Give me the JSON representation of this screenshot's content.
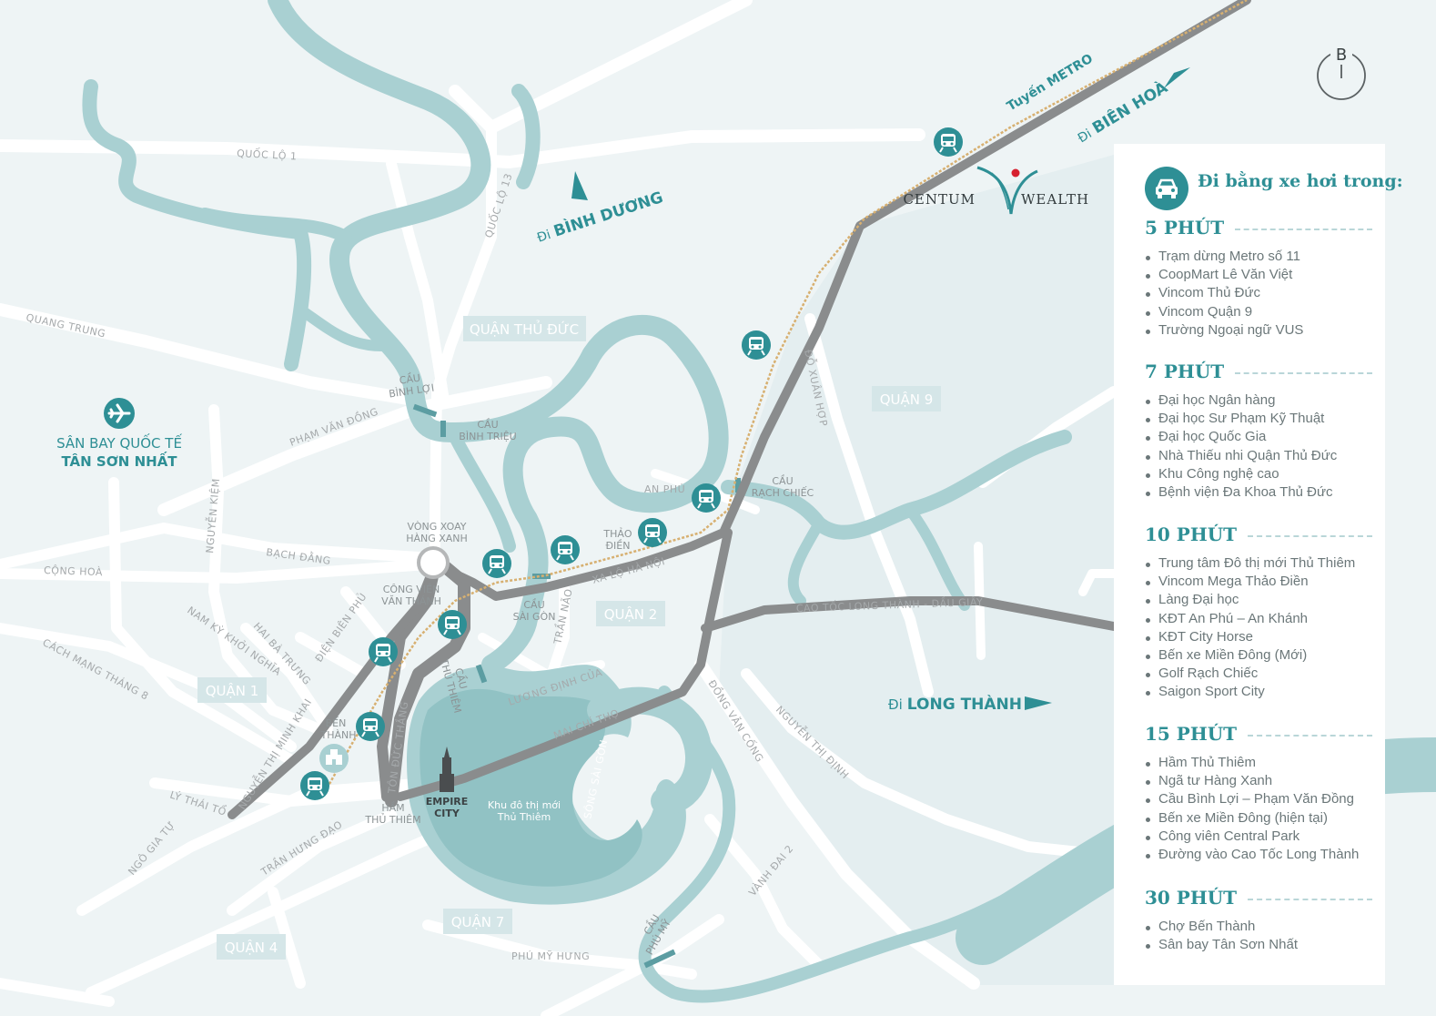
{
  "map": {
    "metro_line_label": "Tuyến METRO",
    "destinations": [
      {
        "prefix": "Đi",
        "name": "BIÊN HOÀ"
      },
      {
        "prefix": "Đi",
        "name": "BÌNH DƯƠNG"
      },
      {
        "prefix": "Đi",
        "name": "LONG THÀNH"
      }
    ],
    "airport": {
      "line1": "SÂN BAY QUỐC TẾ",
      "line2": "TÂN SƠN NHẤT",
      "icon": "airplane-icon"
    },
    "districts": [
      "QUẬN THỦ ĐỨC",
      "QUẬN 9",
      "QUẬN 2",
      "QUẬN 1",
      "QUẬN 7",
      "QUẬN 4"
    ],
    "streets": [
      "QUỐC LỘ 1",
      "QUỐC LỘ 13",
      "QUANG TRUNG",
      "PHẠM VĂN ĐỒNG",
      "BẠCH ĐẰNG",
      "CỘNG HOÀ",
      "NGUYỄN KIỆM",
      "XA LỘ HÀ NỘI",
      "CAO TỐC LONG THÀNH - DẦU GIÂY",
      "ĐỖ XUÂN HỢP",
      "NAM KỲ KHỞI NGHĨA",
      "HAI BÀ TRƯNG",
      "ĐIỆN BIÊN PHỦ",
      "CÁCH MẠNG THÁNG 8",
      "NGUYỄN THỊ MINH KHAI",
      "TÔN ĐỨC THẮNG",
      "LÝ THÁI TỔ",
      "TRẦN HƯNG ĐẠO",
      "NGÔ GIA TỰ",
      "TRẦN NÃO",
      "LƯƠNG ĐỊNH CỦA",
      "MAI CHÍ THỌ",
      "SÔNG SÀI GÒN",
      "ĐỒNG VĂN CỐNG",
      "NGUYỄN THỊ ĐỊNH",
      "VÀNH ĐAI 2",
      "PHÚ MỸ HƯNG",
      "AN PHÚ"
    ],
    "landmarks": {
      "cau_binh_loi": [
        "CẦU",
        "BÌNH LỢI"
      ],
      "cau_binh_trieu": [
        "CẦU",
        "BÌNH TRIỆU"
      ],
      "cau_rach_chiec": [
        "CẦU",
        "RẠCH CHIẾC"
      ],
      "thao_dien": [
        "THẢO",
        "ĐIỀN"
      ],
      "vong_xoay": [
        "VÒNG XOAY",
        "HÀNG XANH"
      ],
      "cong_vien": [
        "CÔNG VIÊN",
        "VĂN THÁNH"
      ],
      "cau_sai_gon": [
        "CẦU",
        "SÀI GÒN"
      ],
      "cau_thu_thiem": [
        "CẦU",
        "THỦ THIÊM"
      ],
      "ben_thanh": [
        "BẾN",
        "THÀNH"
      ],
      "ham_thu_thiem": [
        "HẦM",
        "THỦ THIÊM"
      ],
      "empire_city": [
        "EMPIRE",
        "CITY"
      ],
      "khu_do_thi": [
        "Khu đô thị mới",
        "Thủ Thiêm"
      ],
      "cau_phu_my": [
        "CẦU",
        "PHÚ MỸ"
      ]
    },
    "brand": {
      "name_left": "CENTUM",
      "name_right": "WEALTH"
    },
    "compass": {
      "letter": "B"
    }
  },
  "panel": {
    "title": "Đi bằng xe hơi trong:",
    "icon": "car-icon",
    "sections": [
      {
        "heading": "5 PHÚT",
        "items": [
          "Trạm dừng Metro số 11",
          "CoopMart Lê Văn Việt",
          "Vincom Thủ Đức",
          "Vincom Quận 9",
          "Trường Ngoại ngữ VUS"
        ]
      },
      {
        "heading": "7 PHÚT",
        "items": [
          "Đại học Ngân hàng",
          "Đại học Sư Phạm Kỹ Thuật",
          "Đại học Quốc Gia",
          "Nhà Thiếu nhi Quận Thủ Đức",
          "Khu Công nghệ cao",
          "Bệnh viện Đa Khoa Thủ Đức"
        ]
      },
      {
        "heading": "10 PHÚT",
        "items": [
          "Trung tâm Đô thị mới Thủ Thiêm",
          "Vincom Mega Thảo Điền",
          "Làng Đại học",
          "KĐT An Phú – An Khánh",
          "KĐT City Horse",
          "Bến xe Miền Đông (Mới)",
          "Golf Rạch Chiếc",
          "Saigon Sport City"
        ]
      },
      {
        "heading": "15 PHÚT",
        "items": [
          "Hầm Thủ Thiêm",
          "Ngã tư Hàng Xanh",
          "Cầu Bình Lợi – Phạm Văn Đồng",
          "Bến xe Miền Đông (hiện tại)",
          "Công viên Central Park",
          "Đường vào Cao Tốc Long Thành"
        ]
      },
      {
        "heading": "30 PHÚT",
        "items": [
          "Chợ Bến Thành",
          "Sân bay Tân Sơn Nhất"
        ]
      }
    ]
  },
  "colors": {
    "teal": "#2e8f95",
    "river": "#a9d0d2",
    "highway": "#8a8c8d",
    "background": "#eef4f5",
    "metro": "#d7b071",
    "brand_red": "#d6202f"
  }
}
